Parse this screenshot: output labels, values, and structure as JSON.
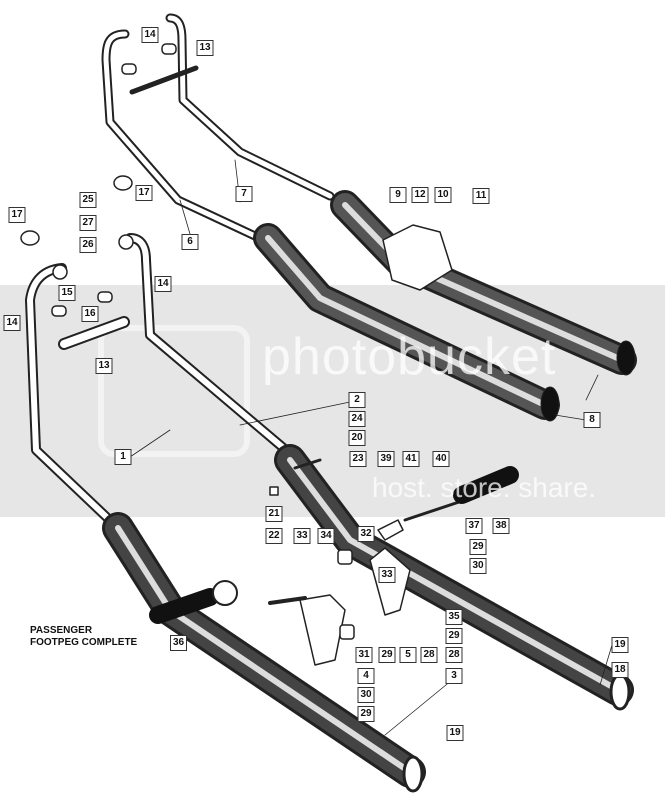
{
  "watermark": {
    "brand": "photobucket",
    "tagline": "host. store. share."
  },
  "caption": {
    "line1": "PASSENGER",
    "line2": "FOOTPEG COMPLETE",
    "ref": "36"
  },
  "labels": [
    "14",
    "13",
    "7",
    "6",
    "9",
    "12",
    "10",
    "11",
    "17",
    "17",
    "25",
    "27",
    "26",
    "15",
    "14",
    "14",
    "16",
    "13",
    "8",
    "2",
    "24",
    "20",
    "1",
    "23",
    "39",
    "41",
    "40",
    "21",
    "37",
    "38",
    "22",
    "33",
    "34",
    "32",
    "29",
    "30",
    "33",
    "35",
    "29",
    "28",
    "31",
    "29",
    "5",
    "28",
    "4",
    "30",
    "29",
    "3",
    "19",
    "18",
    "19"
  ]
}
